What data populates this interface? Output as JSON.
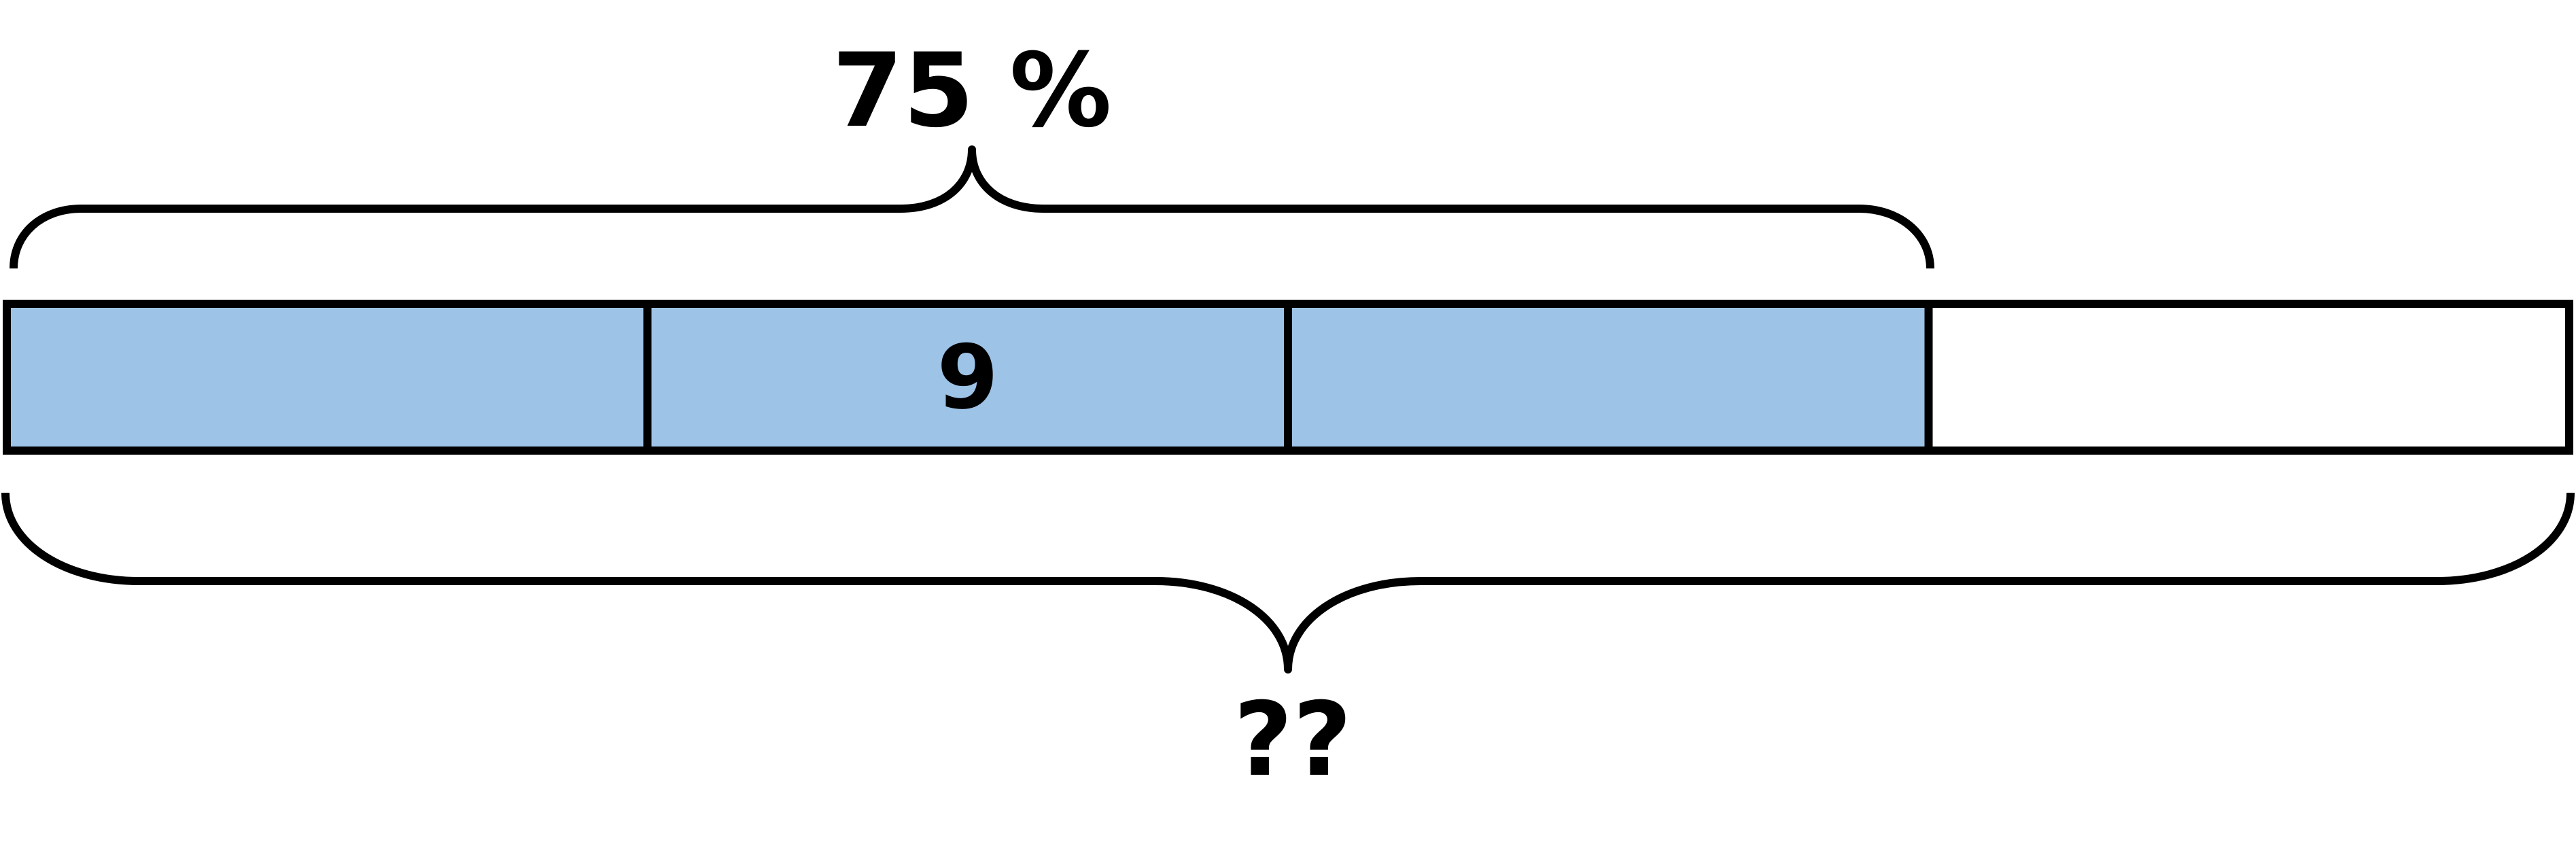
{
  "top_label": "75 %",
  "bottom_label": "??",
  "tape": {
    "total_segments": 4,
    "shaded_segments": 3,
    "segment_labels": [
      "",
      "9",
      "",
      ""
    ]
  },
  "colors": {
    "shaded": "#9dc3e6",
    "unshaded": "#ffffff",
    "stroke": "#000000"
  }
}
